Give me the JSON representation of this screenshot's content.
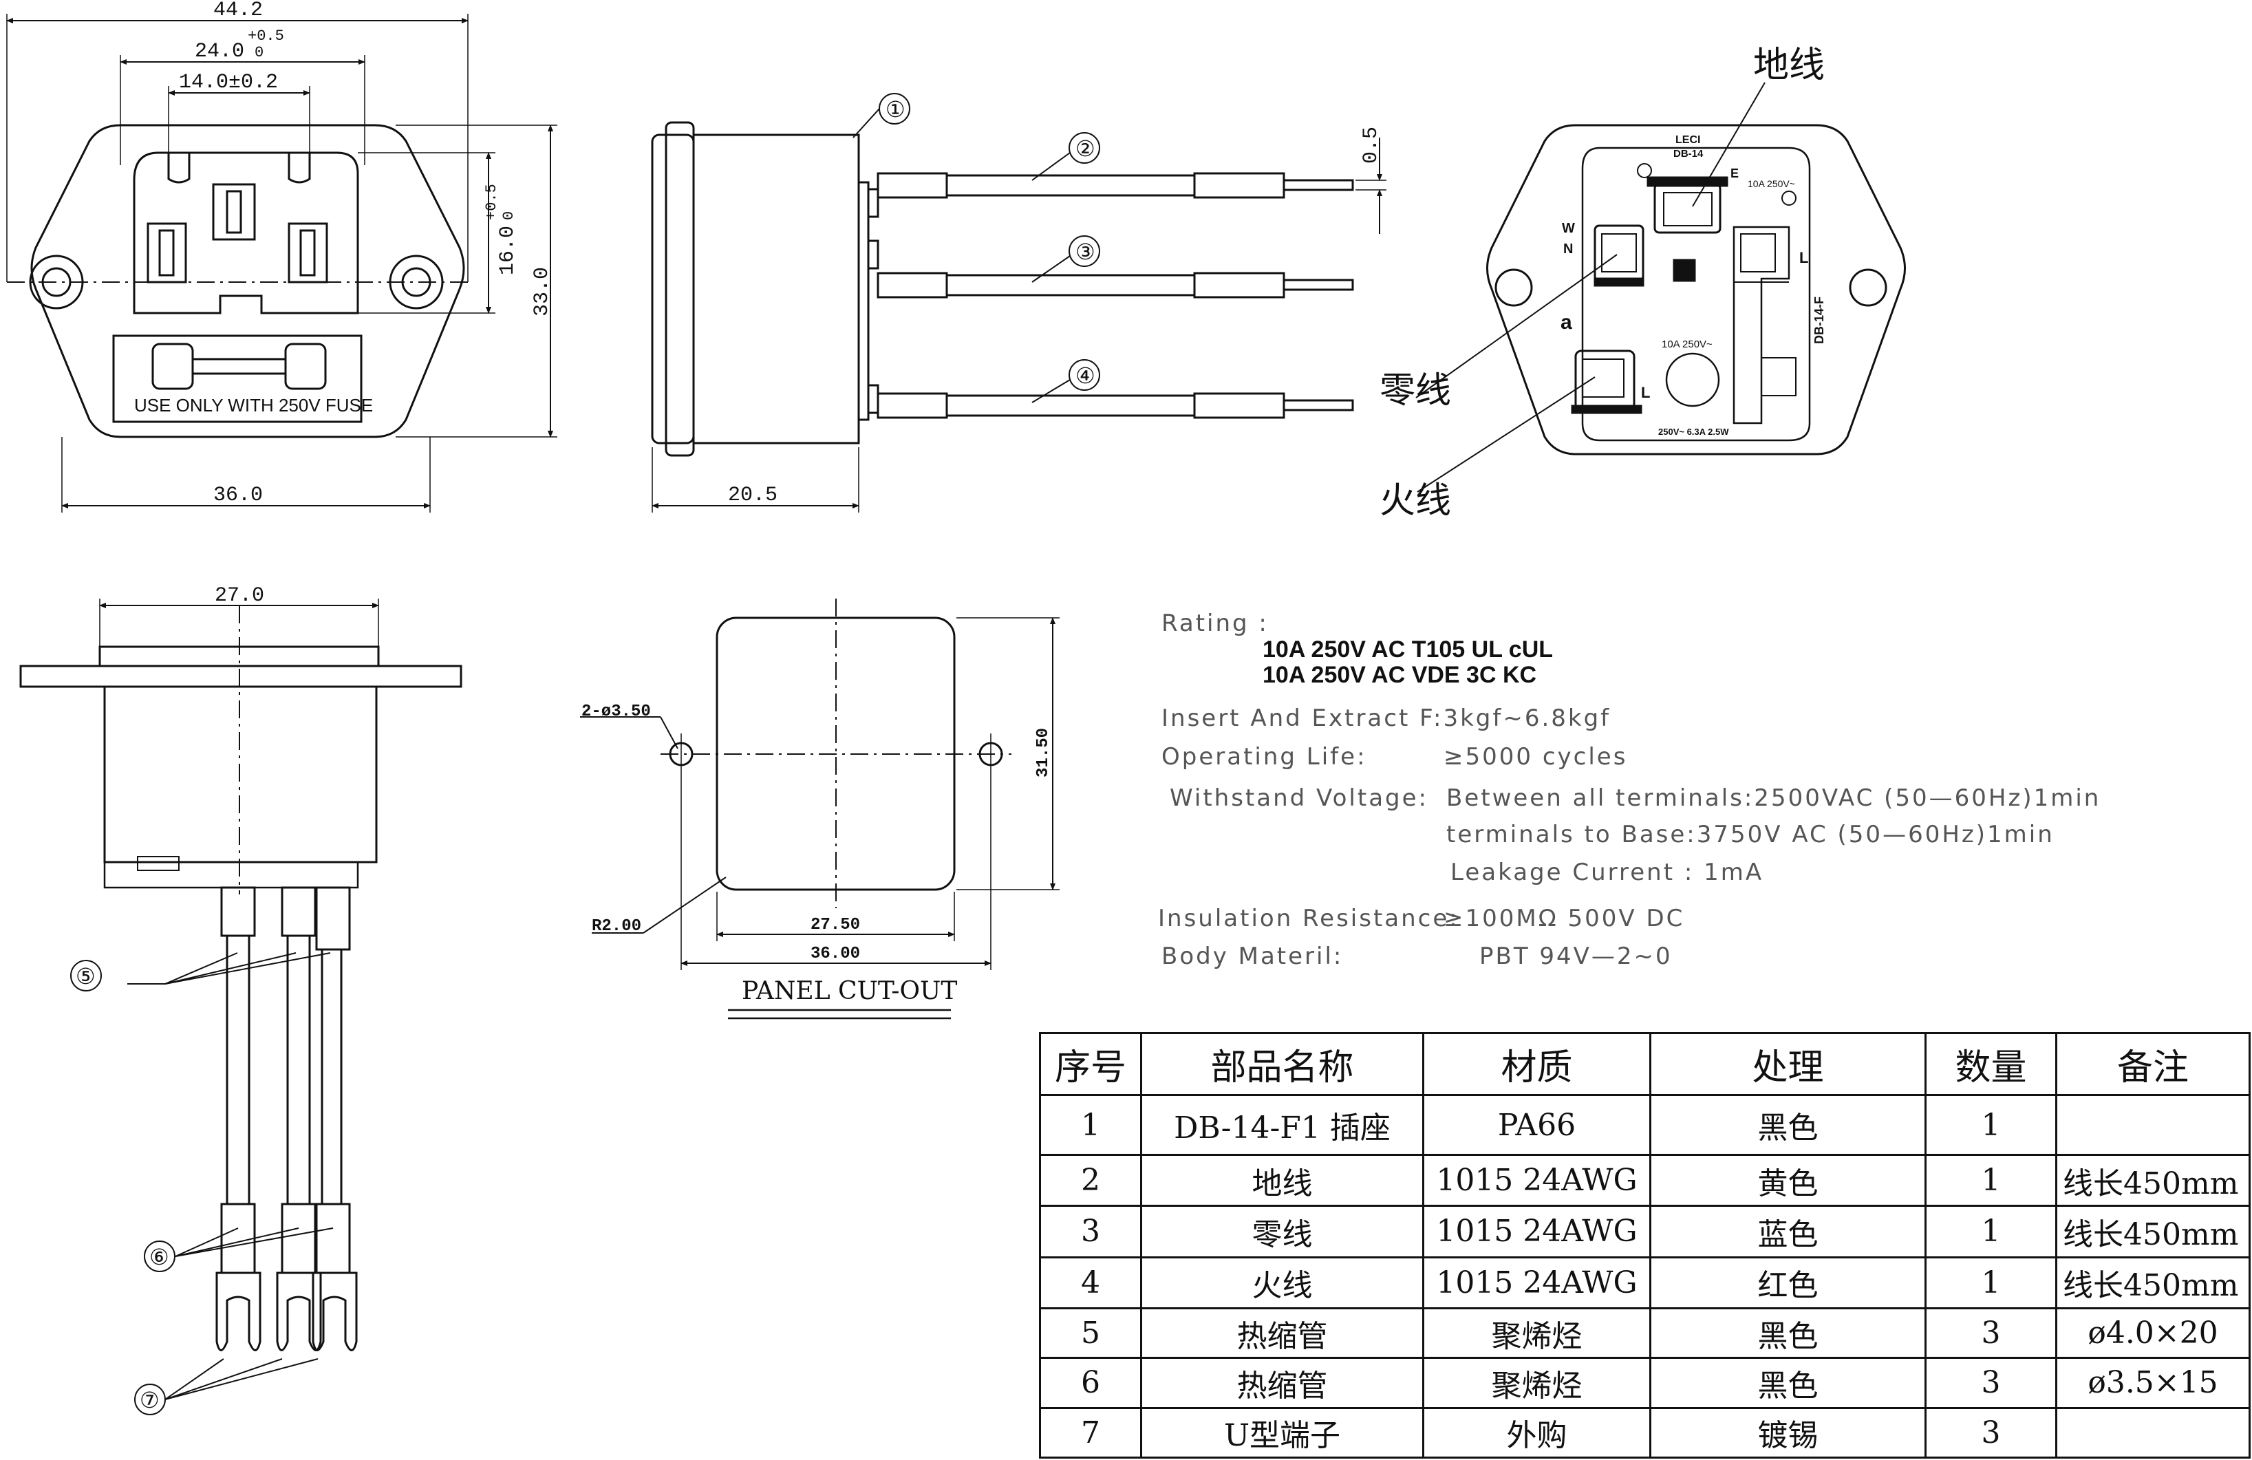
{
  "front_view": {
    "dim_44_2": "44.2",
    "dim_24_0": "24.0",
    "dim_24_0_tol_top": "+0.5",
    "dim_24_0_tol_bot": "0",
    "dim_14_0": "14.0±0.2",
    "dim_16_0": "16.0",
    "dim_16_0_tol_top": "+0.5",
    "dim_16_0_tol_bot": "0",
    "dim_33_0": "33.0",
    "dim_36_0": "36.0",
    "fuse_label": "USE ONLY WITH 250V FUSE"
  },
  "side_view": {
    "dim_20_5": "20.5",
    "dim_0_5": "0.5",
    "callouts": [
      "①",
      "②",
      "③",
      "④"
    ]
  },
  "back_view": {
    "label_earth": "地线",
    "label_neutral": "零线",
    "label_live": "火线",
    "brand": "LECI",
    "model_top": "DB-14",
    "model_side": "DB-14-F",
    "rating_small": "10A  250V~",
    "rating_small2": "10A  250V~",
    "fuse_rating": "250V~ 6.3A 2.5W",
    "mark_e": "E",
    "mark_w": "W",
    "mark_n": "N",
    "mark_l": "L",
    "mark_l2": "L",
    "mark_a": "a"
  },
  "bottom_view": {
    "dim_27_0": "27.0",
    "callout_5": "⑤",
    "callout_6": "⑥",
    "callout_7": "⑦"
  },
  "panel_cutout": {
    "hole_label": "2-ø3.50",
    "dim_31_50": "31.50",
    "dim_27_50": "27.50",
    "dim_36_00": "36.00",
    "radius_label": "R2.00",
    "title": "PANEL CUT-OUT"
  },
  "specs": {
    "rating_label": "Rating  :",
    "rating_line1": "10A 250V AC   T105   UL    cUL",
    "rating_line2": "10A 250V AC   VDE   3C    KC",
    "insert_extract": "Insert And Extract F:3kgf~6.8kgf",
    "operating_life_label": "Operating Life:",
    "operating_life_value": "≥5000   cycles",
    "withstand_label": "Withstand Voltage:",
    "withstand_value1": "Between all terminals:2500VAC (50—60Hz)1min",
    "withstand_value2": "terminals to Base:3750V AC (50—60Hz)1min",
    "leakage": "Leakage Current :   1mA",
    "insulation_label": "Insulation Resistance:",
    "insulation_value": "≥100MΩ   500V DC",
    "body_label": "Body Materil:",
    "body_value": "PBT      94V—2~0"
  },
  "bom": {
    "headers": [
      "序号",
      "部品名称",
      "材质",
      "处理",
      "数量",
      "备注"
    ],
    "rows": [
      [
        "1",
        "DB-14-F1 插座",
        "PA66",
        "黑色",
        "1",
        ""
      ],
      [
        "2",
        "地线",
        "1015 24AWG",
        "黄色",
        "1",
        "线长450mm"
      ],
      [
        "3",
        "零线",
        "1015 24AWG",
        "蓝色",
        "1",
        "线长450mm"
      ],
      [
        "4",
        "火线",
        "1015 24AWG",
        "红色",
        "1",
        "线长450mm"
      ],
      [
        "5",
        "热缩管",
        "聚烯烃",
        "黑色",
        "3",
        "ø4.0×20"
      ],
      [
        "6",
        "热缩管",
        "聚烯烃",
        "黑色",
        "3",
        "ø3.5×15"
      ],
      [
        "7",
        "U型端子",
        "外购",
        "镀锡",
        "3",
        ""
      ]
    ]
  }
}
